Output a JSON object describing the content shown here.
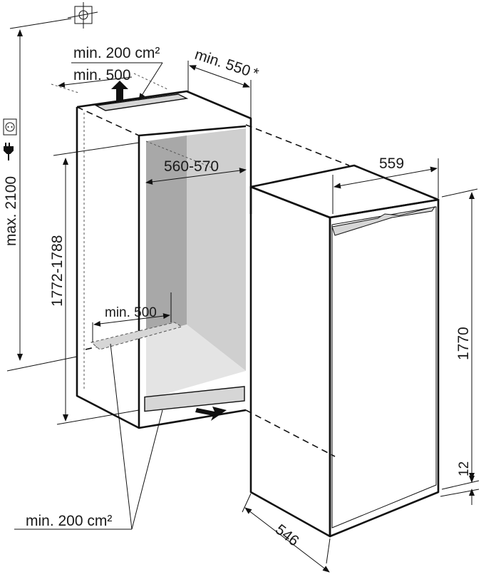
{
  "labels": {
    "top_vent_area": "min. 200 cm²",
    "top_vent_width": "min. 500",
    "niche_depth": "min. 550",
    "niche_depth_note": "*",
    "max_height": "max. 2100",
    "niche_height": "1772-1788",
    "niche_width": "560-570",
    "bottom_vent_width": "min. 500",
    "bottom_vent_area": "min. 200 cm²",
    "appliance_width": "559",
    "appliance_height": "1770",
    "base_offset": "12",
    "appliance_depth": "546"
  },
  "icons": [
    "plumb-level-icon",
    "power-socket-icon",
    "power-plug-icon"
  ],
  "colors": {
    "line": "#111111",
    "back_wall": "#a8a8a8",
    "side_wall": "#cfcfcf",
    "vent": "#d6d6d6"
  }
}
